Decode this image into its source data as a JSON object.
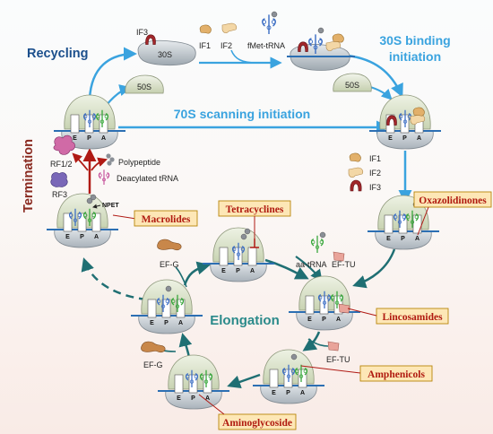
{
  "colors": {
    "blue_arrow": "#3aa3df",
    "teal_arrow": "#1f6f73",
    "red_arrow": "#b01a14",
    "recycling_text": "#1b4f8c",
    "initiation_text": "#3aa3df",
    "termination_text": "#8a2a20",
    "elongation_text": "#2a8a8a",
    "drug_box_fill": "#fde7b6",
    "drug_box_border": "#b8860b",
    "drug_text": "#b01a10",
    "ribosome_top": "#dfe7cd",
    "ribosome_bottom": "#c9d0d6",
    "mrna": "#2c6fb3",
    "trna_blue": "#3d6fc4",
    "trna_green": "#37a63a"
  },
  "stages": {
    "recycling": "Recycling",
    "initiation_30s": "30S binding\ninitiation",
    "scanning_70s": "70S scanning initiation",
    "termination": "Termination",
    "elongation": "Elongation"
  },
  "labels": {
    "if3_top": "IF3",
    "sub_30s": "30S",
    "sub_50s_left": "50S",
    "sub_50s_right": "50S",
    "if1_top": "IF1",
    "if2_top": "IF2",
    "fmet": "fMet-tRNA",
    "legend_if1": "IF1",
    "legend_if2": "IF2",
    "legend_if3": "IF3",
    "rf12": "RF1/2",
    "rf3": "RF3",
    "polypeptide": "Polypeptide",
    "deacylated": "Deacylated tRNA",
    "npet": "NPET",
    "efg_left": "EF-G",
    "efg_bottom": "EF-G",
    "aa_trna": "aa-tRNA",
    "ef_tu_top": "EF-TU",
    "ef_tu_bottom": "EF-TU",
    "site_e": "E",
    "site_p": "P",
    "site_a": "A"
  },
  "drugs": {
    "macrolides": "Macrolides",
    "tetracyclines": "Tetracyclines",
    "oxazolidinones": "Oxazolidinones",
    "lincosamides": "Lincosamides",
    "amphenicols": "Amphenicols",
    "aminoglycoside": "Aminoglycoside"
  }
}
